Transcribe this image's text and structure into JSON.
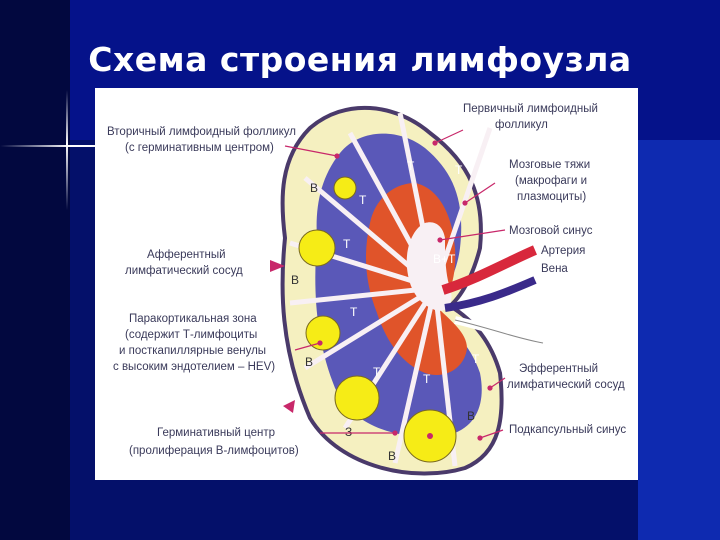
{
  "title": "Схема строения лимфоузла",
  "labels": {
    "primary_follicle": [
      "Первичный лимфоидный",
      "фолликул"
    ],
    "secondary_follicle": [
      "Вторичный лимфоидный фолликул",
      "(с герминативным центром)"
    ],
    "medullary_cords": [
      "Мозговые тяжи",
      "(макрофаги и",
      "плазмоциты)"
    ],
    "medullary_sinus": [
      "Мозговой синус"
    ],
    "artery": [
      "Артерия"
    ],
    "vein": [
      "Вена"
    ],
    "afferent_vessel": [
      "Афферентный",
      "лимфатический сосуд"
    ],
    "paracortical_zone": [
      "Паракортикальная зона",
      "(содержит Т-лимфоциты",
      "и посткапиллярные венулы",
      "с высоким эндотелием – HEV)"
    ],
    "efferent_vessel": [
      "Эфферентный",
      "лимфатический сосуд"
    ],
    "subcapsular_sinus": [
      "Подкапсульный синус"
    ],
    "germinal_center": [
      "Герминативный центр",
      "(пролиферация В-лимфоцитов)"
    ]
  },
  "zone_letters": {
    "t": "Т",
    "b": "В",
    "bt": "В+Т",
    "b_alt": "З"
  },
  "colors": {
    "background": "#04106a",
    "capsule": "#4a3a6a",
    "cortex": "#f5f0c0",
    "follicle": "#f6ec16",
    "paracortex": "#5a58b8",
    "medulla": "#e0542a",
    "sinus": "#f8f0f4",
    "artery": "#d8283c",
    "vein": "#3a2a8a",
    "pointer": "#c8286a"
  }
}
